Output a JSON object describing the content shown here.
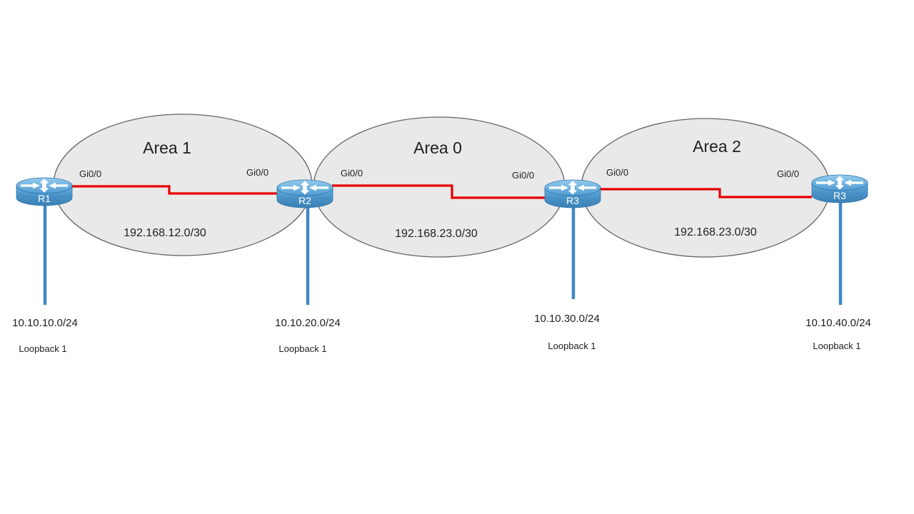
{
  "diagram_type": "ospf-network-topology",
  "areas": [
    {
      "label": "Area 1"
    },
    {
      "label": "Area 0"
    },
    {
      "label": "Area 2"
    }
  ],
  "links": [
    {
      "network": "192.168.12.0/30",
      "source_interface": "Gi0/0",
      "target_interface": "Gi0/0"
    },
    {
      "network": "192.168.23.0/30",
      "source_interface": "Gi0/0",
      "target_interface": "Gi0/0"
    },
    {
      "network": "192.168.23.0/30",
      "source_interface": "Gi0/0",
      "target_interface": "Gi0/0"
    }
  ],
  "routers": [
    {
      "label": "R1",
      "loopback_network": "10.10.10.0/24",
      "loopback_interface": "Loopback 1"
    },
    {
      "label": "R2",
      "loopback_network": "10.10.20.0/24",
      "loopback_interface": "Loopback 1"
    },
    {
      "label": "R3",
      "loopback_network": "10.10.30.0/24",
      "loopback_interface": "Loopback 1"
    },
    {
      "label": "R3",
      "loopback_network": "10.10.40.0/24",
      "loopback_interface": "Loopback 1"
    }
  ],
  "colors": {
    "area_fill": "#e9e9e9",
    "area_stroke": "#666666",
    "link_red": "#e60000",
    "loopback_line_blue": "#3f87c7",
    "router_blue": "#4690c6",
    "text": "#1f1f1f"
  }
}
